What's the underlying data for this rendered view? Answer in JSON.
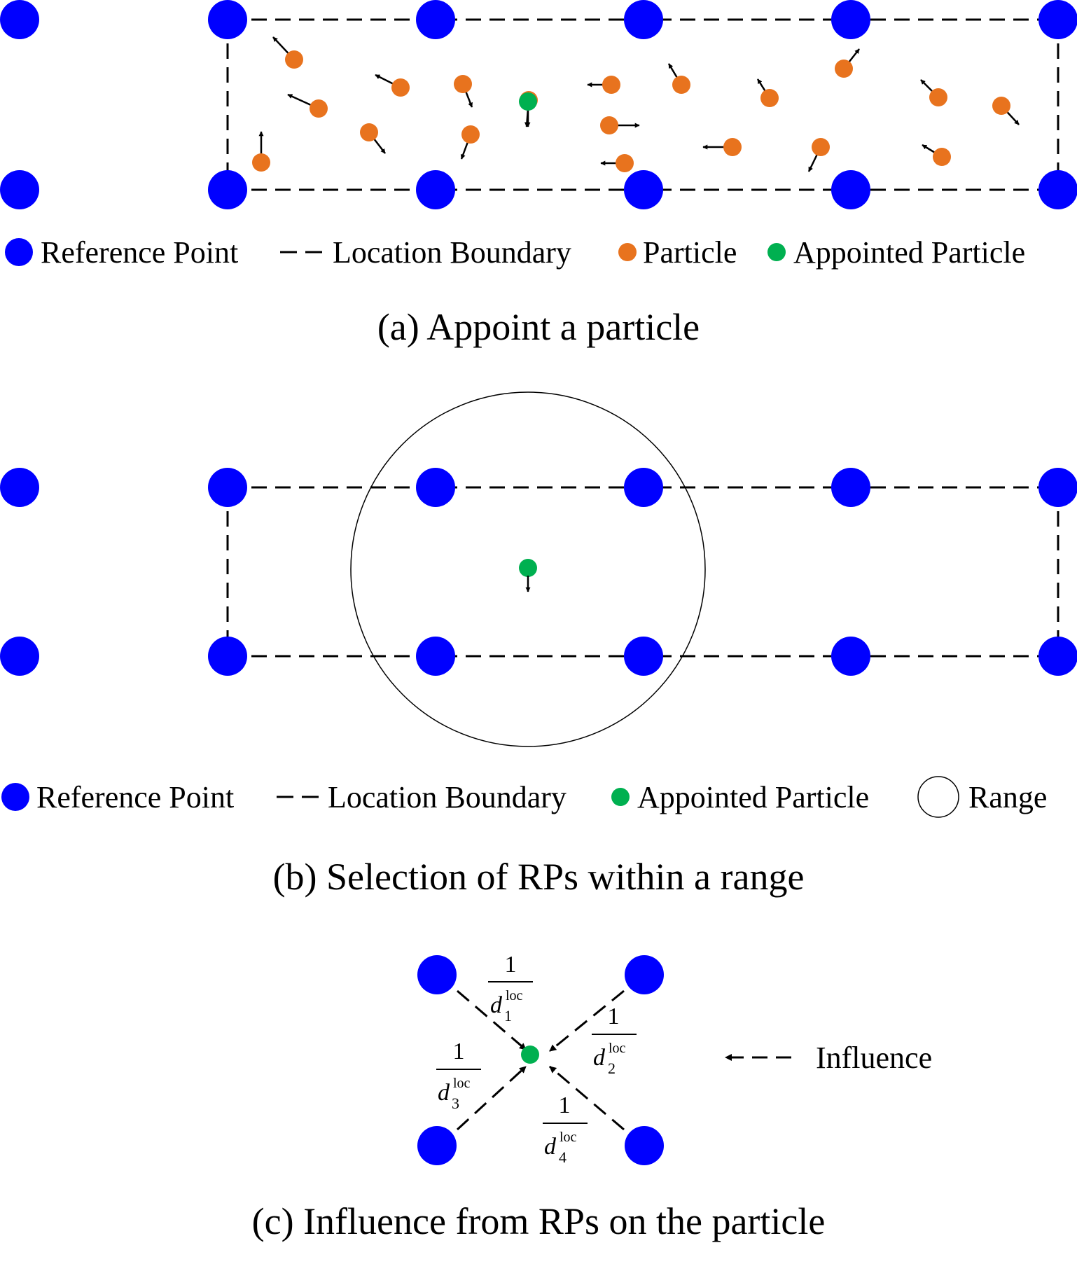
{
  "colors": {
    "reference_point": "#0000ff",
    "particle": "#e8731e",
    "appointed_particle": "#00b050",
    "boundary": "#000000",
    "range": "#000000"
  },
  "panel_a": {
    "legend": {
      "reference_point": "Reference Point",
      "boundary": "Location Boundary",
      "particle": "Particle",
      "appointed": "Appointed Particle"
    },
    "caption": "(a) Appoint a particle"
  },
  "panel_b": {
    "legend": {
      "reference_point": "Reference Point",
      "boundary": "Location Boundary",
      "appointed": "Appointed Particle",
      "range": "Range"
    },
    "caption": "(b) Selection of RPs within a range"
  },
  "panel_c": {
    "weights": [
      {
        "numerator": "1",
        "symbol": "d",
        "superscript": "loc",
        "subscript": "1"
      },
      {
        "numerator": "1",
        "symbol": "d",
        "superscript": "loc",
        "subscript": "2"
      },
      {
        "numerator": "1",
        "symbol": "d",
        "superscript": "loc",
        "subscript": "3"
      },
      {
        "numerator": "1",
        "symbol": "d",
        "superscript": "loc",
        "subscript": "4"
      }
    ],
    "legend": {
      "influence": "Influence"
    },
    "caption": "(c) Influence from RPs on the particle"
  }
}
